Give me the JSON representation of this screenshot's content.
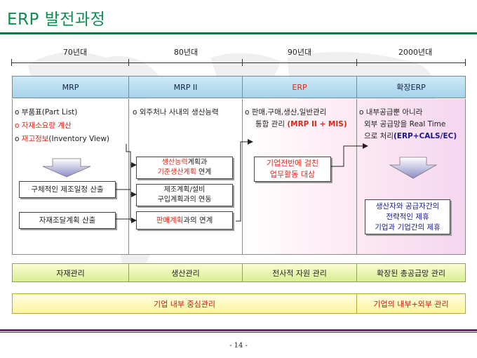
{
  "title": "ERP 발전과정",
  "decades": [
    "70년대",
    "80년대",
    "90년대",
    "2000년대"
  ],
  "columns": [
    {
      "header": "MRP"
    },
    {
      "header": "MRP  II"
    },
    {
      "header": "ERP"
    },
    {
      "header": "확장ERP"
    }
  ],
  "mrp": {
    "items": [
      {
        "bullet": "o",
        "text": "부품표(Part List)"
      },
      {
        "bullet": "o",
        "text": "자재소요량 계산"
      },
      {
        "bullet": "o",
        "text": "재고정보(Inventory View)"
      }
    ],
    "box1": "구체적인 제조일정 산출",
    "box2": "자재조달계획 산출"
  },
  "mrp2": {
    "item": "o 외주처나 사내의 생산능력",
    "box1_red1": "생산능력",
    "box1_black1": "계획과",
    "box1_red2": "기준생산계획",
    "box1_black2": " 연계",
    "box2_line1": "제조계획/설비",
    "box2_line2": "구입계획과의 연동",
    "box3_red": "판매계획",
    "box3_black": "과의 연계"
  },
  "erp": {
    "line1": "o 판매,구매,생산,일반관리",
    "line2_black": "통합 관리",
    "line2_red": "(MRP II + MIS)",
    "box_line1": "기업전반에 걸친",
    "box_line2": "업무활동 대상"
  },
  "ext": {
    "line1": "o 내부공급뿐 아니라",
    "line2": "외부 공급망을 Real Time",
    "line3_black": "으로 처리",
    "line3_blue": "(ERP+CALS/EC)",
    "box_line1": "생산자와 공급자간의",
    "box_line2": "전략적인 제휴",
    "box_line3": "기업과 기업간의 제휴"
  },
  "green_bars": [
    "자재관리",
    "생산관리",
    "전사적 자원 관리",
    "확장된 총공급망 관리"
  ],
  "yellow_bars": [
    "기업 내부 중심관리",
    "기업의 내부+외부 관리"
  ],
  "page_number": "- 14 -",
  "colors": {
    "title_green": "#0a8f4f",
    "header_blue": "#a5d3ea",
    "emphasis_red": "#d62a1e",
    "emphasis_blue": "#1a1a8a",
    "bar_green": "#d8ee92",
    "bar_yellow": "#fff49a",
    "rule_purple": "#6b2a6e"
  }
}
